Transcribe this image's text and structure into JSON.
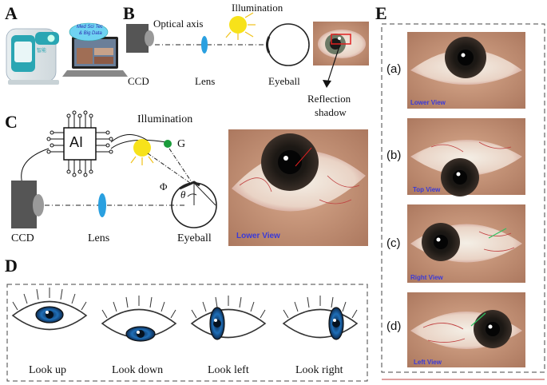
{
  "panels": {
    "A": {
      "letter": "A",
      "screen_text_1": "Med Sci Tec",
      "screen_text_2": "& Big Data",
      "device_text": "智能"
    },
    "B": {
      "letter": "B",
      "labels": {
        "optical_axis": "Optical axis",
        "illumination": "Illumination",
        "ccd": "CCD",
        "lens": "Lens",
        "eyeball": "Eyeball",
        "reflection_shadow_1": "Reflection",
        "reflection_shadow_2": "shadow"
      }
    },
    "C": {
      "letter": "C",
      "labels": {
        "ai": "AI",
        "illumination": "Illumination",
        "g": "G",
        "phi": "Φ",
        "theta": "θ",
        "ccd": "CCD",
        "lens": "Lens",
        "eyeball": "Eyeball"
      },
      "photo_tag": "Lower View"
    },
    "D": {
      "letter": "D",
      "captions": [
        "Look up",
        "Look down",
        "Look left",
        "Look right"
      ]
    },
    "E": {
      "letter": "E",
      "items": [
        {
          "index": "(a)",
          "tag": "Lower View"
        },
        {
          "index": "(b)",
          "tag": "Top View"
        },
        {
          "index": "(c)",
          "tag": "Right View"
        },
        {
          "index": "(d)",
          "tag": "Left View"
        }
      ]
    }
  },
  "colors": {
    "lens": "#2aa0e0",
    "illumination": "#f7e21a",
    "g_light": "#1a9b3a",
    "border_dash": "#444444"
  }
}
